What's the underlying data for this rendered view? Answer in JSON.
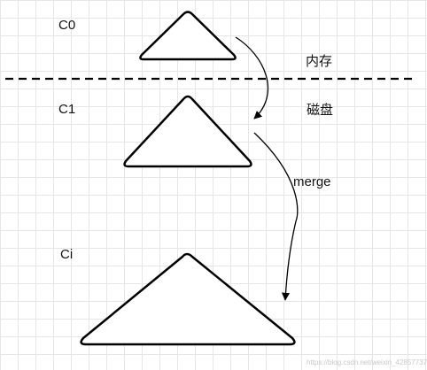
{
  "labels": {
    "c0": "C0",
    "c1": "C1",
    "ci": "Ci",
    "memory": "内存",
    "disk": "磁盘",
    "merge": "merge"
  },
  "watermark": "https://blog.csdn.net/weixin_42857737",
  "colors": {
    "stroke": "#000000",
    "grid": "#e6e6e6",
    "background": "#ffffff"
  }
}
